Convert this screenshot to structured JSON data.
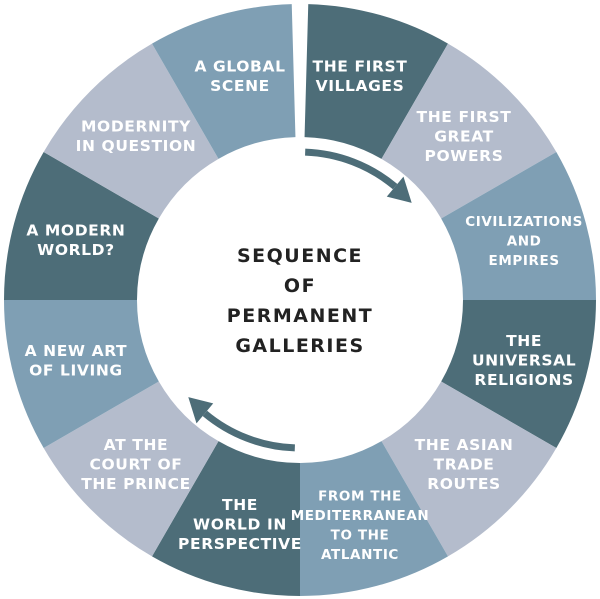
{
  "center_title": [
    "SEQUENCE",
    "OF",
    "PERMANENT",
    "GALLERIES"
  ],
  "colors": {
    "dark": "#4d6d78",
    "medium": "#7f9fb4",
    "light": "#b4bccc",
    "arrow": "#4d6d78"
  },
  "segments": [
    {
      "id": "the-first-villages",
      "lines": [
        "THE FIRST",
        "VILLAGES"
      ],
      "shade": "dark"
    },
    {
      "id": "the-first-great-powers",
      "lines": [
        "THE FIRST",
        "GREAT",
        "POWERS"
      ],
      "shade": "light"
    },
    {
      "id": "civilizations-and-empires",
      "lines": [
        "CIVILIZATIONS",
        "AND",
        "EMPIRES"
      ],
      "shade": "medium"
    },
    {
      "id": "the-universal-religions",
      "lines": [
        "THE",
        "UNIVERSAL",
        "RELIGIONS"
      ],
      "shade": "dark"
    },
    {
      "id": "the-asian-trade-routes",
      "lines": [
        "THE ASIAN",
        "TRADE",
        "ROUTES"
      ],
      "shade": "light"
    },
    {
      "id": "from-the-mediterranean-to-the-atlantic",
      "lines": [
        "FROM THE",
        "MEDITERRANEAN",
        "TO THE",
        "ATLANTIC"
      ],
      "shade": "medium"
    },
    {
      "id": "the-world-in-perspective",
      "lines": [
        "THE",
        "WORLD IN",
        "PERSPECTIVE"
      ],
      "shade": "dark"
    },
    {
      "id": "at-the-court-of-the-prince",
      "lines": [
        "AT THE",
        "COURT OF",
        "THE PRINCE"
      ],
      "shade": "light"
    },
    {
      "id": "a-new-art-of-living",
      "lines": [
        "A NEW ART",
        "OF LIVING"
      ],
      "shade": "medium"
    },
    {
      "id": "a-modern-world",
      "lines": [
        "A MODERN",
        "WORLD?"
      ],
      "shade": "dark"
    },
    {
      "id": "modernity-in-question",
      "lines": [
        "MODERNITY",
        "IN QUESTION"
      ],
      "shade": "light"
    },
    {
      "id": "a-global-scene",
      "lines": [
        "A GLOBAL",
        "SCENE"
      ],
      "shade": "medium"
    }
  ]
}
